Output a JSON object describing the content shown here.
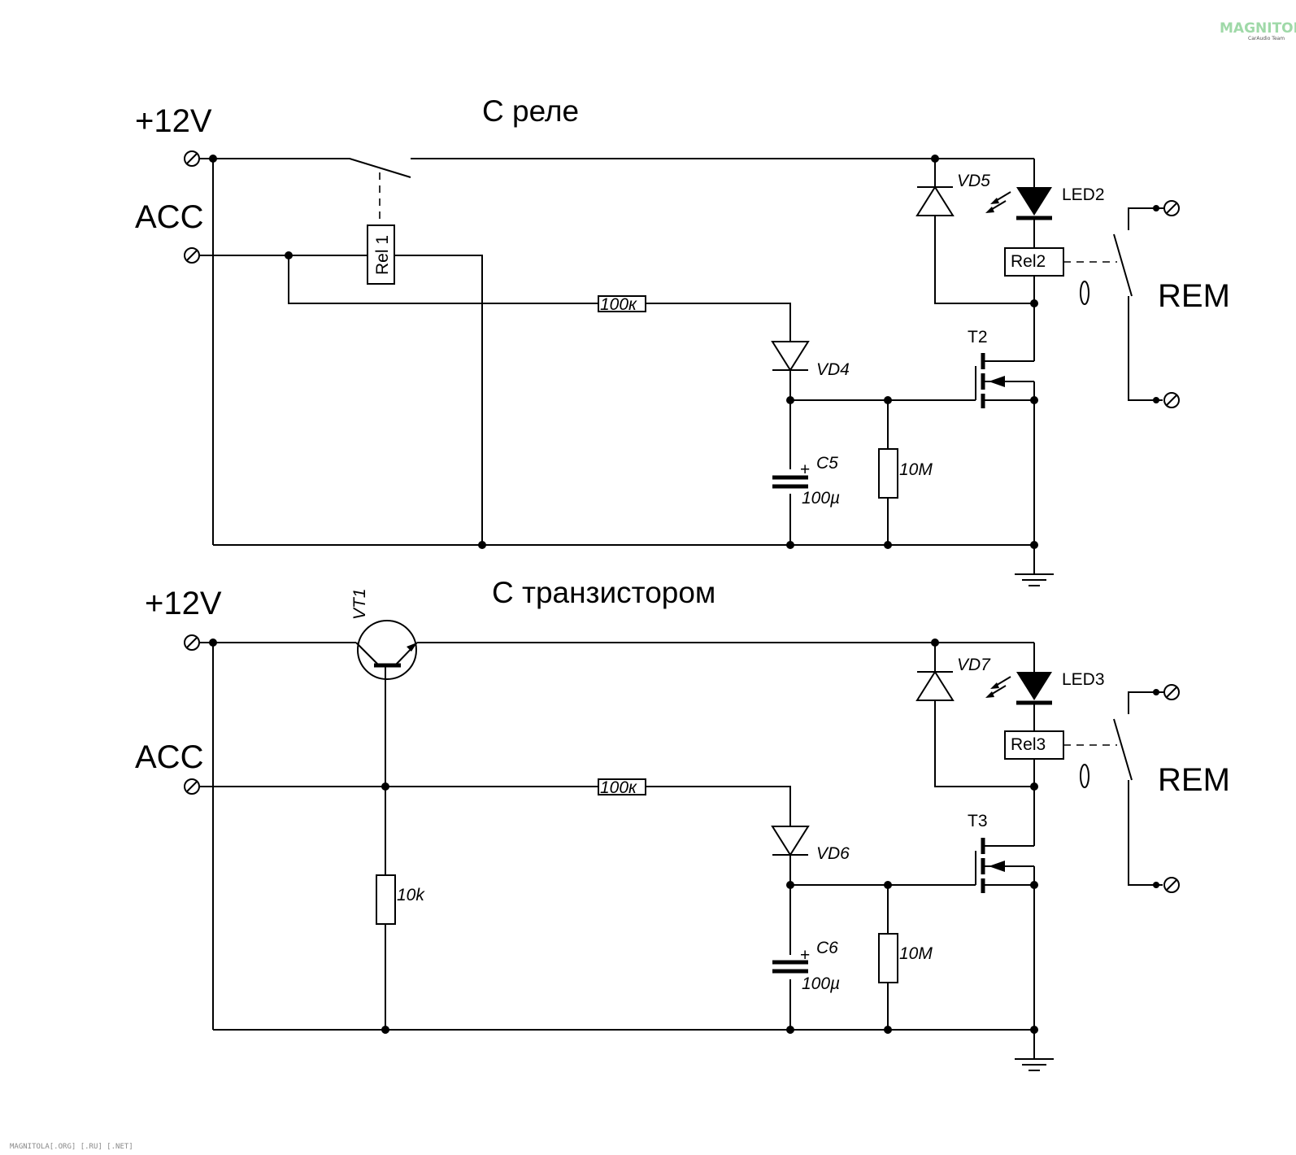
{
  "watermark": {
    "logo": "MAGNITOLA",
    "logo_sub": "CarAudio Team"
  },
  "footer": "MAGNITOLA[.ORG] [.RU] [.NET]",
  "relay_circuit": {
    "title": "С реле",
    "v12": "+12V",
    "acc": "ACC",
    "rel1": "Rel 1",
    "r100k": "100к",
    "vd4": "VD4",
    "vd5": "VD5",
    "led2": "LED2",
    "rel2": "Rel2",
    "t2": "T2",
    "c5": "C5",
    "c5_val": "100µ",
    "r10m": "10M",
    "rem": "REM"
  },
  "transistor_circuit": {
    "title": "С транзистором",
    "v12": "+12V",
    "acc": "ACC",
    "vt1": "VT1",
    "r100k": "100к",
    "r10k": "10k",
    "vd6": "VD6",
    "vd7": "VD7",
    "led3": "LED3",
    "rel3": "Rel3",
    "t3": "T3",
    "c6": "C6",
    "c6_val": "100µ",
    "r10m": "10M",
    "rem": "REM"
  }
}
